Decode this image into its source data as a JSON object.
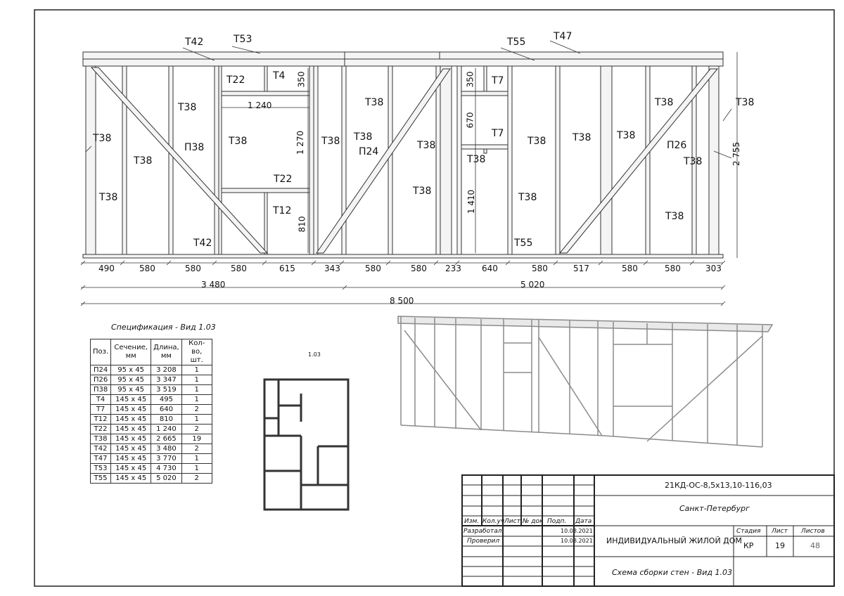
{
  "elevation": {
    "labels": {
      "T42_top": "T42",
      "T53": "T53",
      "T55_top": "T55",
      "T47": "T47",
      "T22_a": "T22",
      "T4": "T4",
      "T7_a": "T7",
      "T7_b": "T7",
      "T38_a": "T38",
      "T38_b": "T38",
      "T38_c": "T38",
      "T38_d": "T38",
      "T38_e": "T38",
      "T38_f": "T38",
      "T38_g": "T38",
      "T38_h": "T38",
      "T38_i": "T38",
      "T38_j": "T38",
      "T38_k": "T38",
      "T38_l": "T38",
      "T38_m": "T38",
      "T38_n": "T38",
      "T38_o": "T38",
      "T38_p": "T38",
      "T38_q": "T38",
      "T38_r": "T38",
      "T38_s": "T38",
      "P38": "П38",
      "P24": "П24",
      "P26": "П26",
      "T22_b": "T22",
      "T12": "T12",
      "T42_bot": "T42",
      "T55_bot": "T55"
    },
    "vertical_dims": {
      "d350a": "350",
      "d1270": "1 270",
      "d810": "810",
      "d350b": "350",
      "d670": "670",
      "d1410": "1 410",
      "d2755": "2 755"
    },
    "h_dims": [
      "490",
      "580",
      "580",
      "580",
      "615",
      "343",
      "580",
      "580",
      "233",
      "640",
      "580",
      "517",
      "580",
      "580",
      "303"
    ],
    "total_left": "3 480",
    "total_right": "5 020",
    "total_all": "8 500",
    "opening_width": "1 240"
  },
  "spec": {
    "title": "Спецификация - Вид 1.03",
    "headers": [
      "Поз.",
      "Сечение, мм",
      "Длина, мм",
      "Кол-во, шт."
    ],
    "rows": [
      [
        "П24",
        "95 x 45",
        "3 208",
        "1"
      ],
      [
        "П26",
        "95 x 45",
        "3 347",
        "1"
      ],
      [
        "П38",
        "95 x 45",
        "3 519",
        "1"
      ],
      [
        "T4",
        "145 x 45",
        "495",
        "1"
      ],
      [
        "T7",
        "145 x 45",
        "640",
        "2"
      ],
      [
        "T12",
        "145 x 45",
        "810",
        "1"
      ],
      [
        "T22",
        "145 x 45",
        "1 240",
        "2"
      ],
      [
        "T38",
        "145 x 45",
        "2 665",
        "19"
      ],
      [
        "T42",
        "145 x 45",
        "3 480",
        "2"
      ],
      [
        "T47",
        "145 x 45",
        "3 770",
        "1"
      ],
      [
        "T53",
        "145 x 45",
        "4 730",
        "1"
      ],
      [
        "T55",
        "145 x 45",
        "5 020",
        "2"
      ]
    ]
  },
  "plan": {
    "view_label": "1.03"
  },
  "stamp": {
    "code": "21КД-ОС-8,5x13,10-116,03",
    "city": "Санкт-Петербург",
    "project": "ИНДИВИДУАЛЬНЫЙ ЖИЛОЙ ДОМ",
    "sheet_name": "Схема сборки стен - Вид 1.03",
    "col_izm": "Изм.",
    "col_kolch": "Кол.уч",
    "col_list": "Лист",
    "col_doc": "№ док",
    "col_podp": "Подп.",
    "col_date": "Дата",
    "dev_label": "Разработал",
    "check_label": "Проверил",
    "dev_date": "10.08.2021",
    "check_date": "10.08.2021",
    "stage_label": "Стадия",
    "sheet_label": "Лист",
    "sheets_label": "Листов",
    "stage": "КР",
    "sheet": "19",
    "sheets": "48"
  }
}
